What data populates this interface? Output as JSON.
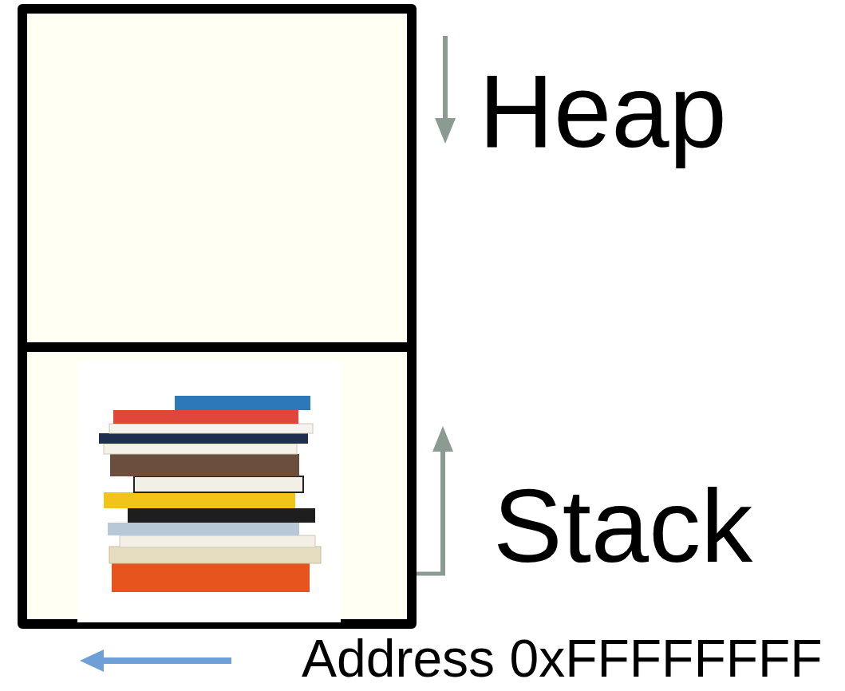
{
  "diagram": {
    "labels": [
      "Heap",
      "Stack",
      "Address 0xFFFFFFFF"
    ]
  }
}
